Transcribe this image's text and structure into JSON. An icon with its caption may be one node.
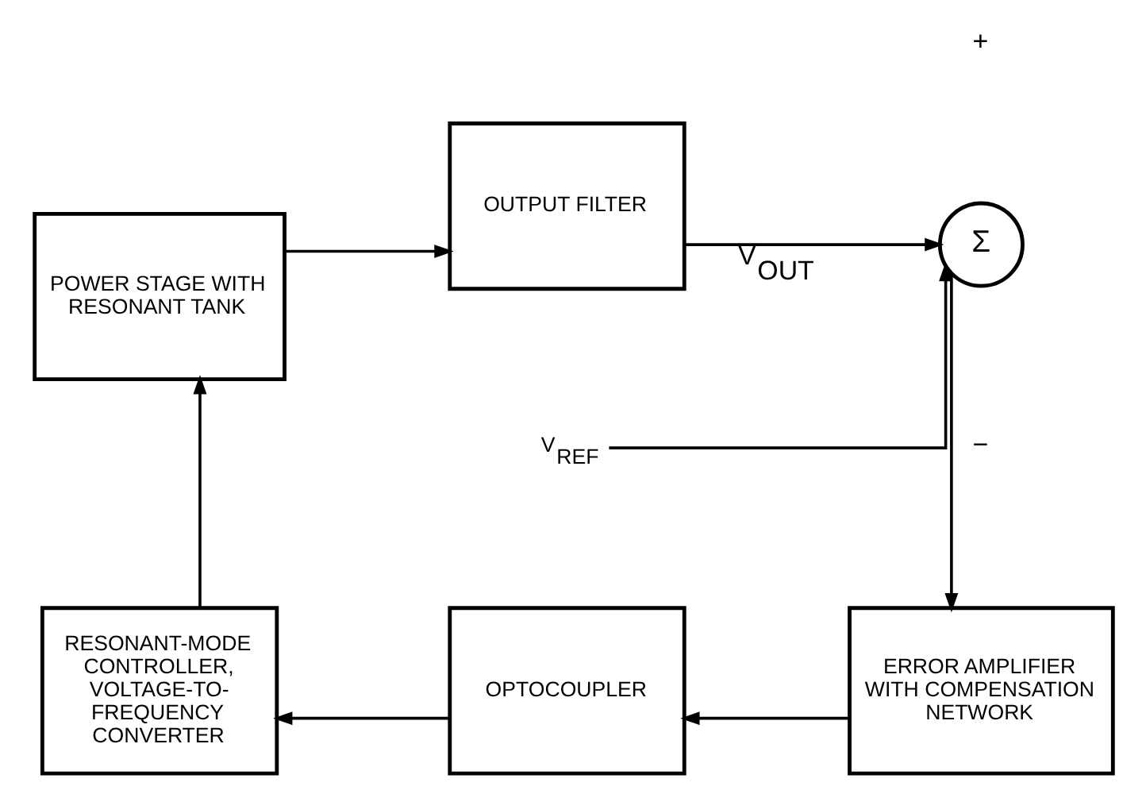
{
  "diagram": {
    "nodes": [
      {
        "text": [
          "POWER STAGE WITH RESONANT TANK"
        ]
      },
      {
        "text": [
          "OUTPUT FILTER"
        ]
      },
      {
        "text": [
          "Σ"
        ]
      },
      {
        "text": [
          "V$_{REF}$"
        ]
      },
      {
        "text": [
          "ERROR AMPLIFIER WITH COMPENSATION NETWORK"
        ]
      },
      {
        "text": [
          "OPTOCOUPLER"
        ]
      },
      {
        "text": [
          "RESONANT-MODE CONTROLLER, VOLTAGE-TO-FREQUENCY CONVERTER"
        ]
      }
    ],
    "edges": [
      {
        "from": 0,
        "to": 1,
        "arrow": "to"
      },
      {
        "from": 1,
        "to": 2,
        "arrow": "to",
        "label": "V$_{OUT}$"
      },
      {
        "from": 3,
        "to": 2,
        "arrow": "to"
      },
      {
        "from": 2,
        "to": 4,
        "arrow": "to"
      },
      {
        "from": 4,
        "to": 5,
        "arrow": "to"
      },
      {
        "from": 5,
        "to": 6,
        "arrow": "to"
      },
      {
        "from": 6,
        "to": 0,
        "arrow": "to"
      }
    ],
    "labels": [
      "+",
      "−"
    ]
  }
}
